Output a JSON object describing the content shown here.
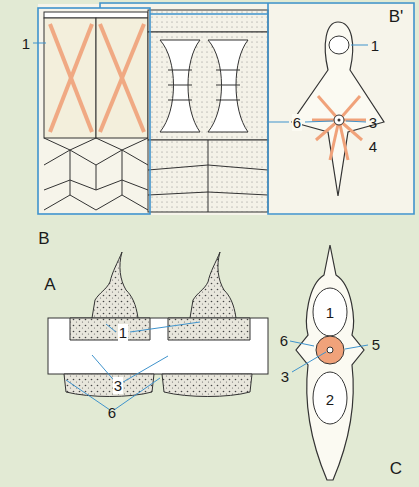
{
  "diagram": {
    "labels": [
      "B'",
      "1",
      "1",
      "6",
      "3",
      "4",
      "B",
      "A",
      "1",
      "3",
      "6",
      "1",
      "6",
      "5",
      "3",
      "2",
      "C"
    ]
  }
}
